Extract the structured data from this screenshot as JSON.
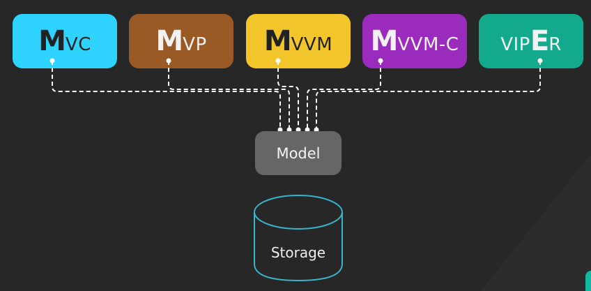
{
  "patterns": [
    {
      "id": "mvc",
      "big": "M",
      "rest": "VC",
      "color": "#2ed3ff",
      "text_color": "#222222"
    },
    {
      "id": "mvp",
      "big": "M",
      "rest": "VP",
      "color": "#9a5a25",
      "text_color": "#f2f2f2"
    },
    {
      "id": "mvvm",
      "big": "M",
      "rest": "VVM",
      "color": "#f2c52a",
      "text_color": "#222222"
    },
    {
      "id": "mvvmc",
      "big": "M",
      "rest": "VVM-C",
      "color": "#9b2bbd",
      "text_color": "#f2f2f2"
    },
    {
      "id": "viper",
      "pre": "VIP",
      "big": "E",
      "rest": "R",
      "color": "#12a98c",
      "text_color": "#f2f2f2"
    }
  ],
  "model": {
    "label": "Model",
    "color": "#666666"
  },
  "storage": {
    "label": "Storage",
    "stroke_color": "#38b6cf"
  },
  "connector_color": "#ffffff",
  "background_color": "#272727"
}
